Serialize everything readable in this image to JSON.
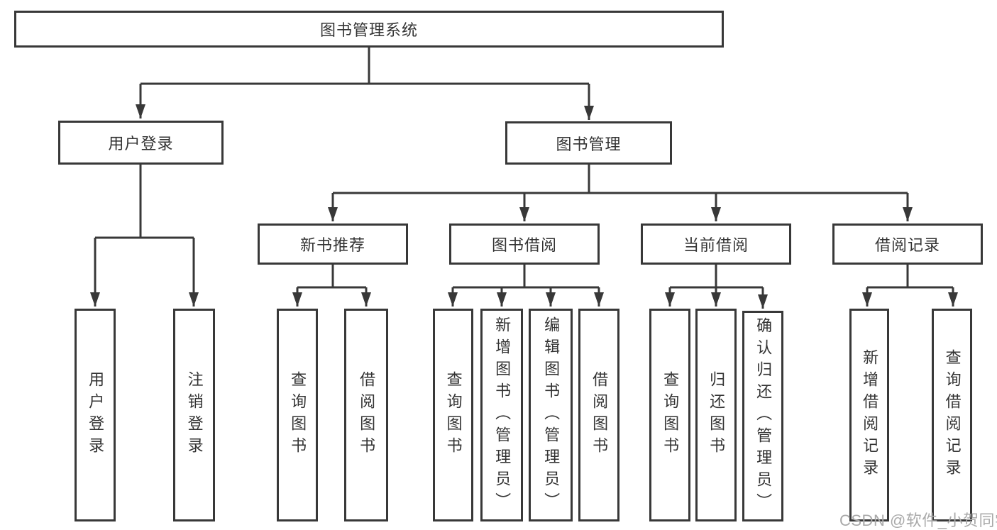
{
  "diagram": {
    "root": {
      "label": "图书管理系统"
    },
    "user_login": {
      "label": "用户登录",
      "children": [
        "用户登录",
        "注销登录"
      ]
    },
    "book_management": {
      "label": "图书管理",
      "sections": {
        "new_book": {
          "label": "新书推荐",
          "children": [
            "查询图书",
            "借阅图书"
          ]
        },
        "book_borrow": {
          "label": "图书借阅",
          "children": [
            "查询图书",
            "新增图书（管理员）",
            "编辑图书（管理员）",
            "借阅图书"
          ]
        },
        "current_borrow": {
          "label": "当前借阅",
          "children": [
            "查询图书",
            "归还图书",
            "确认归还（管理员）"
          ]
        },
        "borrow_record": {
          "label": "借阅记录",
          "children": [
            "新增借阅记录",
            "查询借阅记录"
          ]
        }
      }
    }
  },
  "watermark": {
    "text": "CSDN @软件_小贺同学"
  },
  "colors": {
    "line": "#383838",
    "text": "#333333",
    "watermark": "#a9a9a9",
    "background": "#ffffff"
  }
}
